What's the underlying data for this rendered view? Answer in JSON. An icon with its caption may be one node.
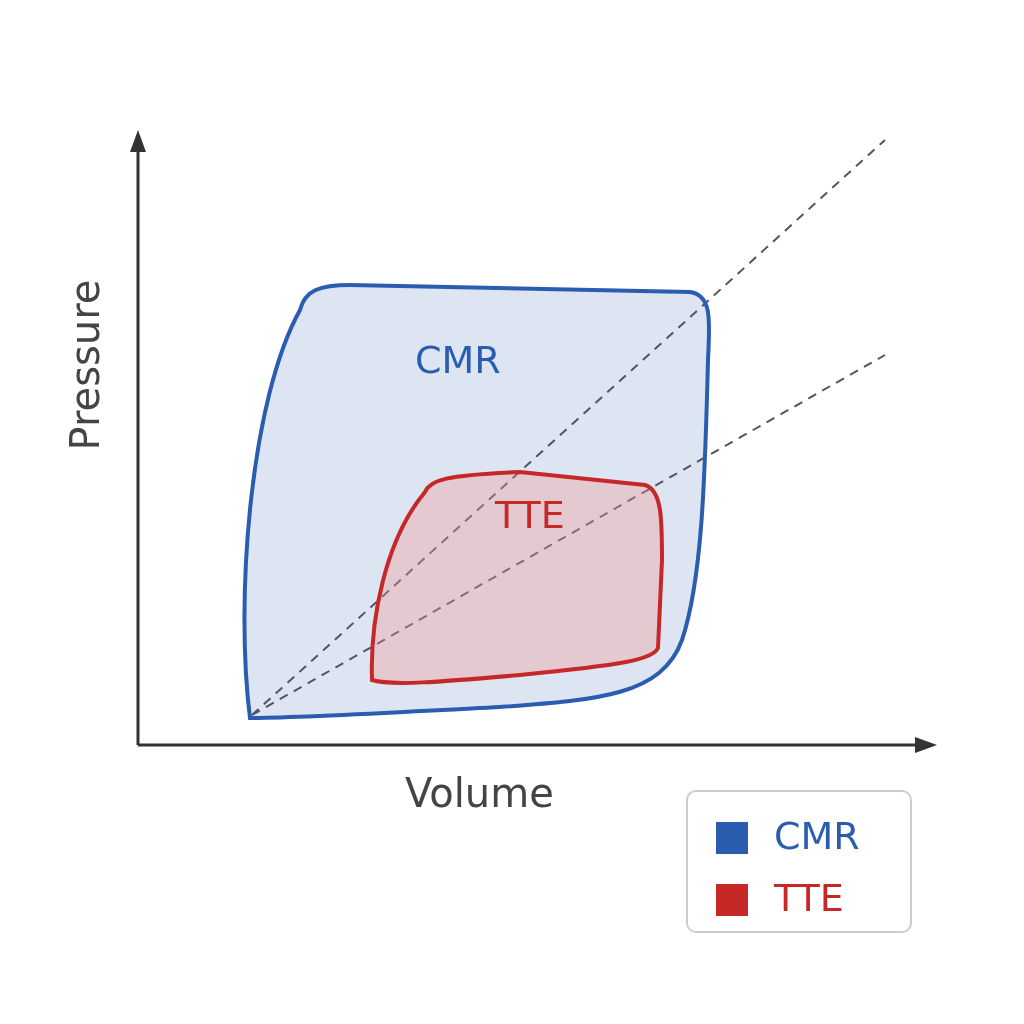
{
  "diagram": {
    "nodes": [
      {
        "text": [
          "CMR"
        ]
      },
      {
        "text": [
          "TTE"
        ],
        "in": 0
      }
    ],
    "edges": [],
    "labels": [
      "Pressure",
      "Volume"
    ],
    "legend": [
      {
        "text": "CMR",
        "color": "#2a5db0"
      },
      {
        "text": "TTE",
        "color": "#c62828"
      }
    ]
  }
}
